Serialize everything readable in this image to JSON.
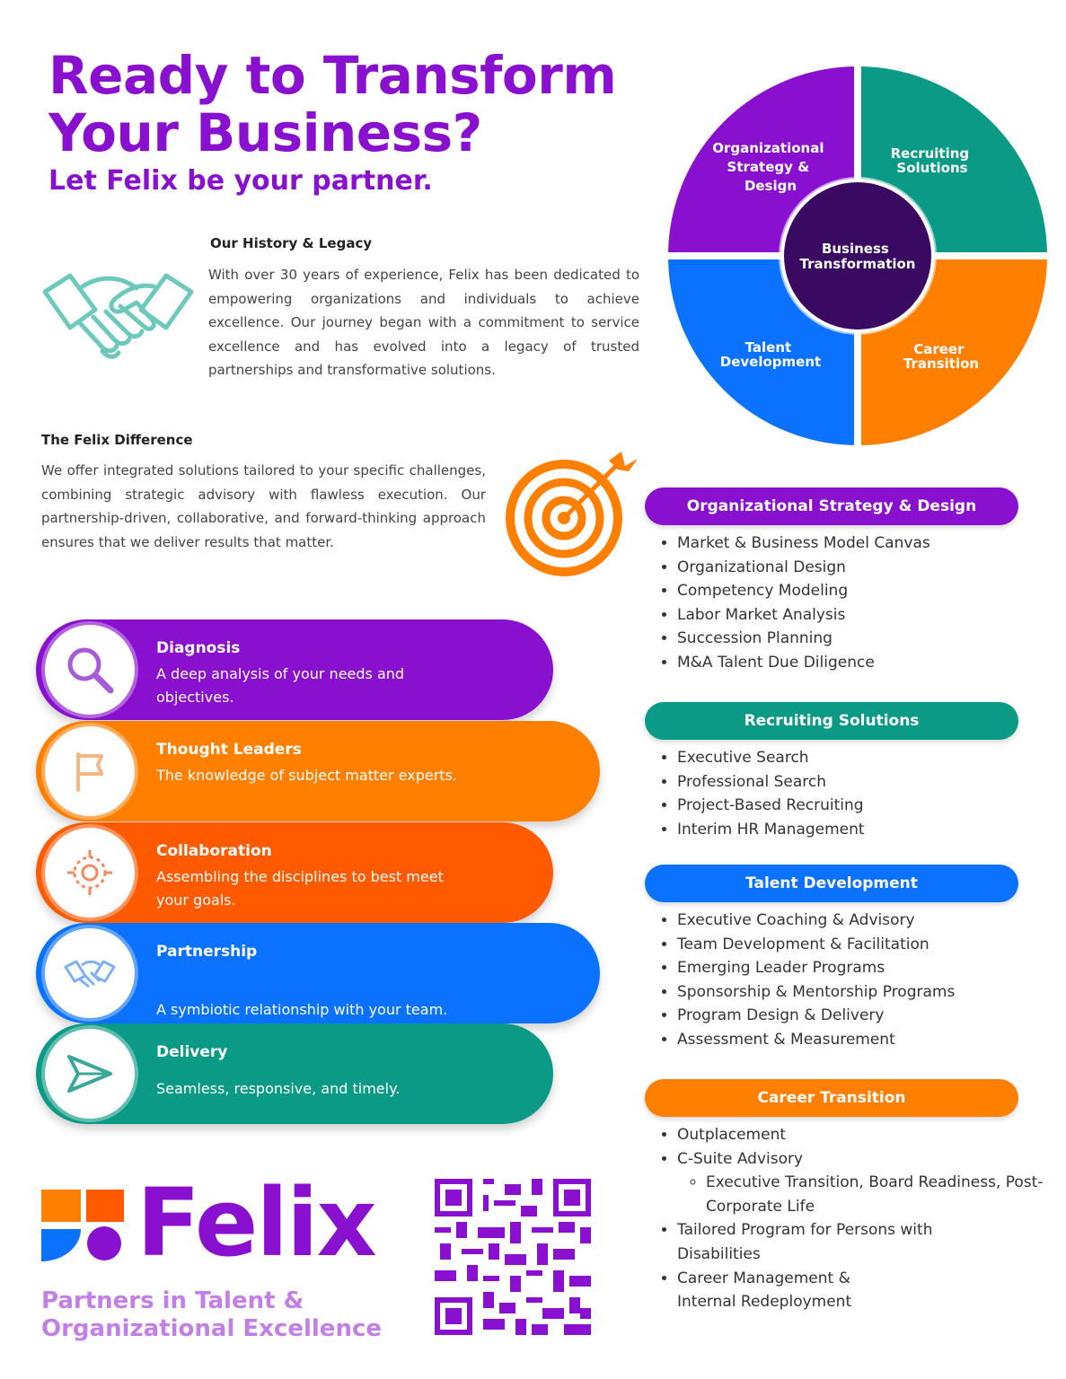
{
  "headline": {
    "line1": "Ready to Transform",
    "line2": "Your Business?",
    "subline": "Let Felix be your partner."
  },
  "history": {
    "title": "Our History & Legacy",
    "body": "With over 30 years of experience, Felix has been dedicated to empowering organizations and individuals to achieve excellence. Our journey began with a commitment to service excellence and has evolved into a legacy of trusted partnerships and transformative solutions.",
    "icon": "handshake-icon"
  },
  "difference": {
    "title": "The Felix Difference",
    "body": "We offer integrated solutions tailored to your specific challenges, combining strategic advisory with flawless execution. Our partnership-driven, collaborative, and forward-thinking approach ensures that we deliver results that matter.",
    "icon": "target-icon"
  },
  "wheel": {
    "center": [
      "Business",
      "Transformation"
    ],
    "segments": [
      {
        "lines": [
          "Organizational",
          "Strategy &",
          "Design"
        ],
        "color": "#8a10cf"
      },
      {
        "lines": [
          "Recruiting",
          "Solutions"
        ],
        "color": "#0b9a86"
      },
      {
        "lines": [
          "Talent",
          "Development"
        ],
        "color": "#0a72ff"
      },
      {
        "lines": [
          "Career",
          "Transition"
        ],
        "color": "#ff7f00"
      }
    ],
    "center_color": "#3a0a63"
  },
  "process": [
    {
      "title": "Diagnosis",
      "desc": "A deep analysis of your needs and objectives.",
      "color": "#8a10cf",
      "icon": "magnifier-icon"
    },
    {
      "title": "Thought Leaders",
      "desc": "The knowledge of subject matter experts.",
      "color": "#ff7f00",
      "icon": "flag-icon"
    },
    {
      "title": "Collaboration",
      "desc": "Assembling the disciplines to best meet your goals.",
      "color": "#ff5a00",
      "icon": "collaboration-icon"
    },
    {
      "title": "Partnership",
      "desc": "A symbiotic relationship with your team.",
      "color": "#0a72ff",
      "icon": "handshake-icon"
    },
    {
      "title": "Delivery",
      "desc": "Seamless, responsive, and timely.",
      "color": "#0b9a86",
      "icon": "send-icon"
    }
  ],
  "services": [
    {
      "title": "Organizational Strategy & Design",
      "color": "#8a10cf",
      "items": [
        "Market & Business Model Canvas",
        "Organizational Design",
        "Competency Modeling",
        "Labor Market Analysis",
        "Succession Planning",
        "M&A Talent Due Diligence"
      ]
    },
    {
      "title": "Recruiting Solutions",
      "color": "#0b9a86",
      "items": [
        "Executive Search",
        "Professional Search",
        "Project-Based Recruiting",
        "Interim HR Management"
      ]
    },
    {
      "title": "Talent Development",
      "color": "#0a72ff",
      "items": [
        "Executive Coaching & Advisory",
        "Team Development & Facilitation",
        "Emerging Leader Programs",
        "Sponsorship & Mentorship Programs",
        "Program Design & Delivery",
        "Assessment & Measurement"
      ]
    },
    {
      "title": "Career Transition",
      "color": "#ff7f00",
      "items": [
        "Outplacement",
        "C-Suite Advisory",
        "Tailored Program for Persons with Disabilities",
        "Career Management & Internal Redeployment"
      ],
      "subitem": "Executive Transition, Board Readiness, Post-Corporate Life"
    }
  ],
  "brand": {
    "name": "Felix",
    "tagline1": "Partners in Talent &",
    "tagline2": "Organizational Excellence",
    "qr_icon": "qr-code-icon"
  }
}
